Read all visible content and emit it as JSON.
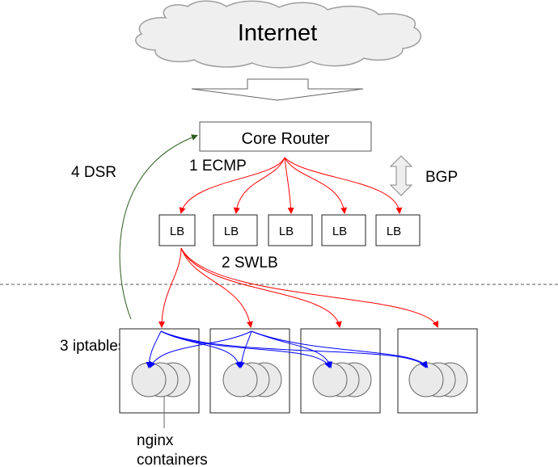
{
  "cloud": {
    "label": "Internet"
  },
  "core_router": {
    "label": "Core Router"
  },
  "labels": {
    "ecmp": "1 ECMP",
    "bgp": "BGP",
    "dsr": "4 DSR",
    "swlb": "2 SWLB",
    "iptables": "3 iptables",
    "nginx_line1": "nginx",
    "nginx_line2": "containers"
  },
  "load_balancers": [
    {
      "label": "LB"
    },
    {
      "label": "LB"
    },
    {
      "label": "LB"
    },
    {
      "label": "LB"
    },
    {
      "label": "LB"
    }
  ],
  "hosts": [
    {},
    {},
    {},
    {}
  ],
  "colors": {
    "ecmp_arrows": "#ff0000",
    "iptables_arrows": "#0000ff",
    "dsr_arrow": "#2e5c1e",
    "cloud_fill": "#efefef",
    "container_fill": "#eaeaea"
  }
}
